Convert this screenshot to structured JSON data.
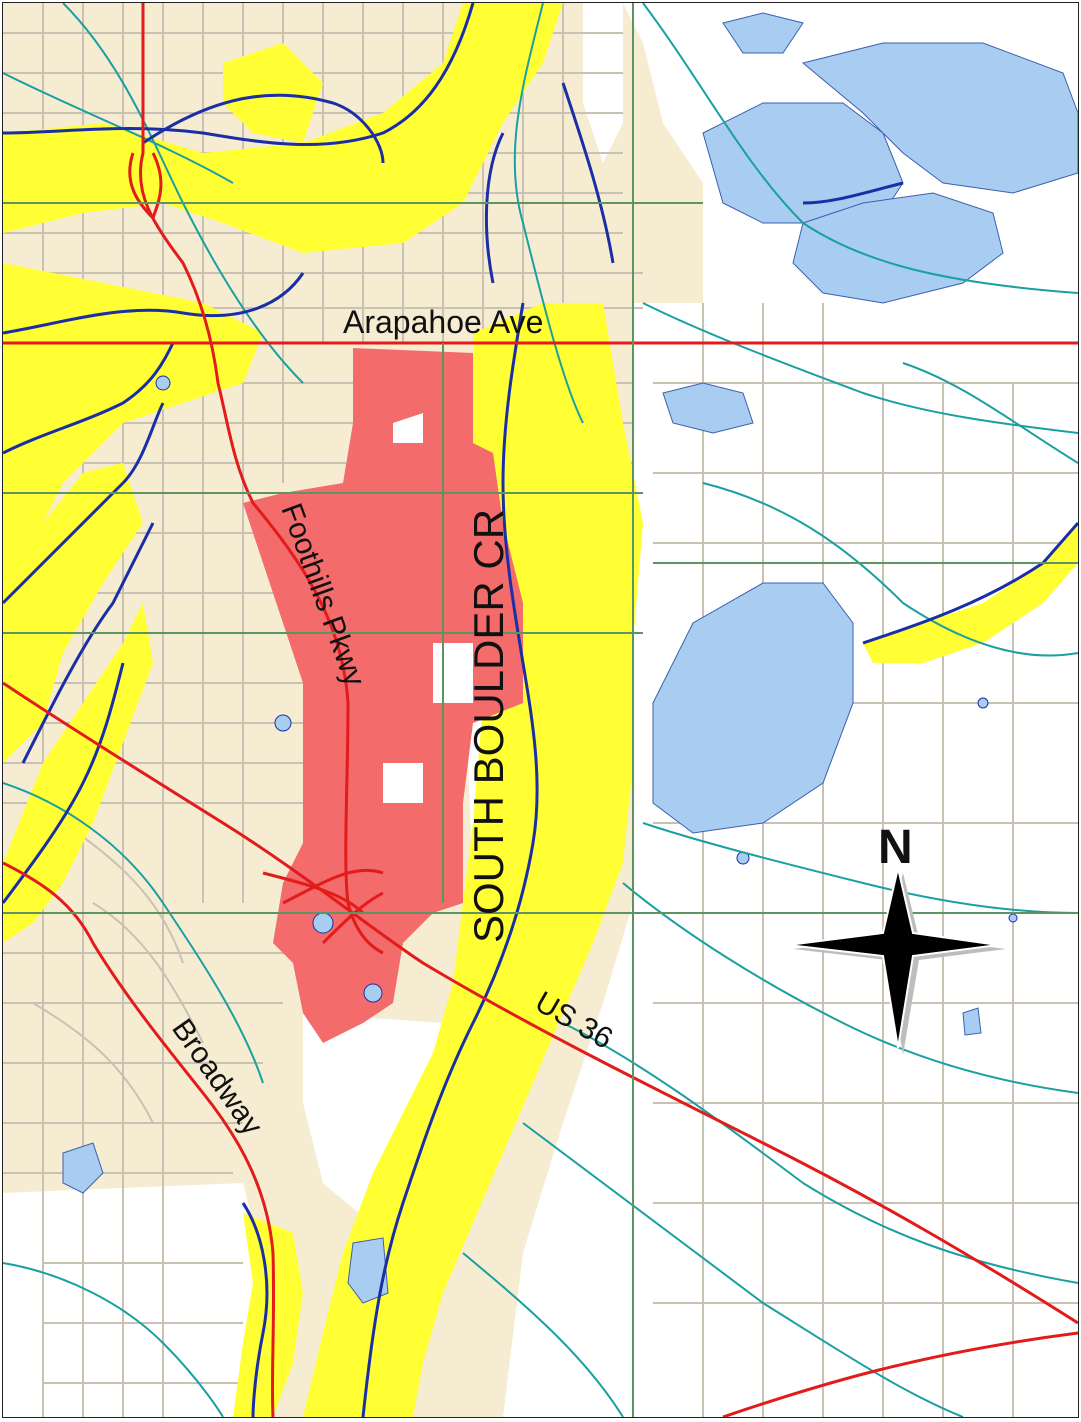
{
  "map": {
    "roads": {
      "arapahoe": "Arapahoe Ave",
      "foothills": "Foothills Pkwy",
      "us36": "US 36",
      "broadway": "Broadway"
    },
    "creek": "SOUTH BOULDER CR",
    "compass": {
      "north_label": "N"
    },
    "colors": {
      "urban": "#f6ecd2",
      "floodplain_100yr": "#ffff33",
      "floodplain_500yr": "#f36b6b",
      "water": "#a8cdf0",
      "stream": "#1a2fa6",
      "ditch": "#1aa0a0",
      "road": "#e21b1b",
      "street": "#c9c2b4"
    }
  }
}
